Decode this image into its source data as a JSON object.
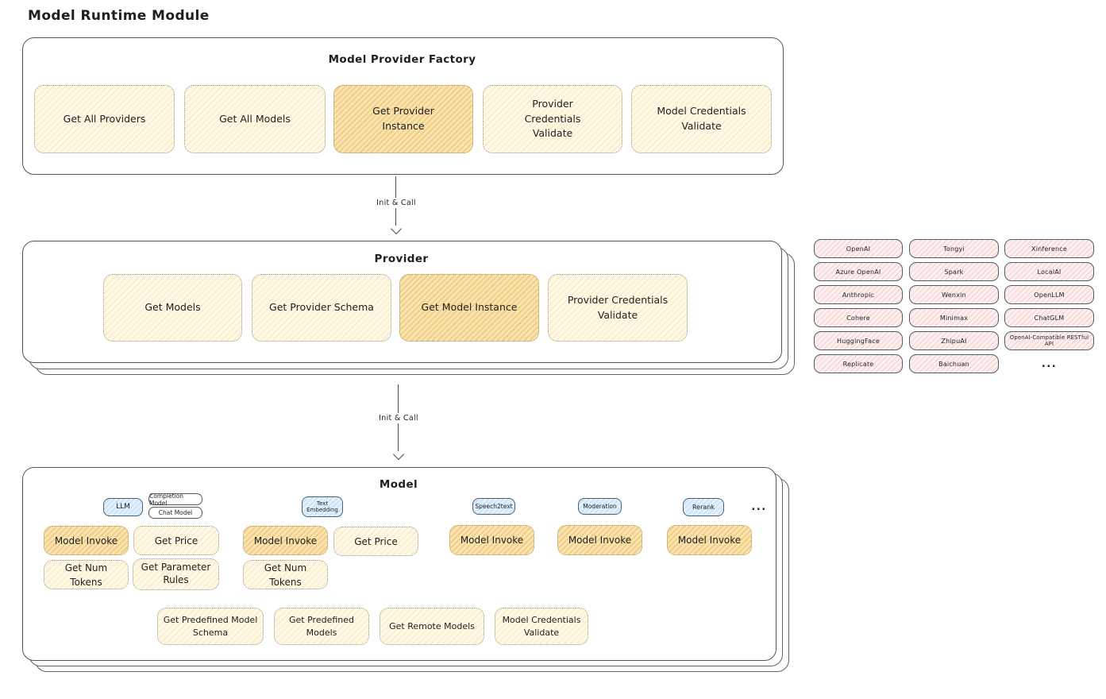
{
  "title": "Model Runtime Module",
  "flow": {
    "arrow1": "Init & Call",
    "arrow2": "Init & Call"
  },
  "factory": {
    "title": "Model Provider Factory",
    "buttons": [
      "Get All Providers",
      "Get All Models",
      "Get Provider Instance",
      "Provider Credentials Validate",
      "Model Credentials Validate"
    ]
  },
  "provider": {
    "title": "Provider",
    "buttons": [
      "Get Models",
      "Get Provider Schema",
      "Get Model Instance",
      "Provider Credentials Validate"
    ]
  },
  "grid": {
    "col1": [
      "OpenAI",
      "Azure OpenAI",
      "Anthropic",
      "Cohere",
      "HuggingFace",
      "Replicate"
    ],
    "col2": [
      "Tongyi",
      "Spark",
      "Wenxin",
      "Minimax",
      "ZhipuAI",
      "Baichuan"
    ],
    "col3": [
      "Xinference",
      "LocalAI",
      "OpenLLM",
      "ChatGLM",
      "OpenAI-Compatible RESTful API"
    ],
    "more": "..."
  },
  "model": {
    "title": "Model",
    "badges": {
      "llm": "LLM",
      "completion": "Completion Model",
      "chat": "Chat Model",
      "embedding": "Text Embedding",
      "speech2text": "Speech2text",
      "moderation": "Moderation",
      "rerank": "Rerank",
      "more": "..."
    },
    "llm": [
      "Model Invoke",
      "Get Price",
      "Get Num Tokens",
      "Get Parameter Rules"
    ],
    "embedding": [
      "Model Invoke",
      "Get Price",
      "Get Num Tokens"
    ],
    "speech2text": [
      "Model Invoke"
    ],
    "moderation": [
      "Model Invoke"
    ],
    "rerank": [
      "Model Invoke"
    ],
    "bottom": [
      "Get Predefined Model Schema",
      "Get Predefined Models",
      "Get Remote Models",
      "Model Credentials Validate"
    ]
  },
  "colors": {
    "node_fill": "#fdf8e7",
    "node_highlight": "#f8e5b6",
    "provider_fill": "#fdf0f0",
    "type_badge_fill": "#e4f1fb",
    "stroke": "#51565b"
  }
}
